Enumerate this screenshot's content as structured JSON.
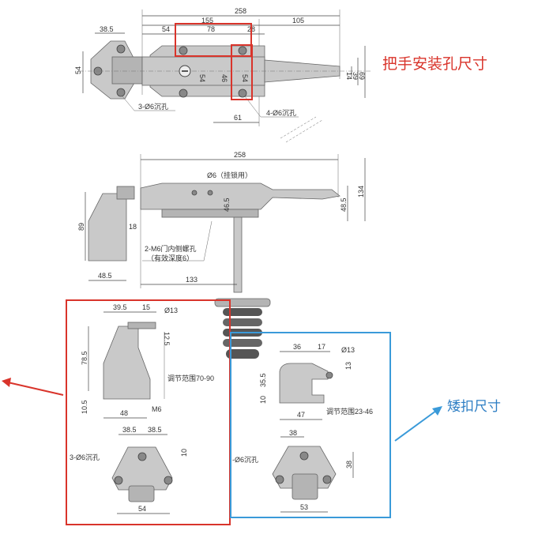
{
  "callouts": {
    "handle_holes": "把手安装孔尺寸",
    "short_catch": "矮扣尺寸"
  },
  "colors": {
    "red_box": "#d9342b",
    "blue_box": "#3a9ad9"
  },
  "top_view": {
    "dims": {
      "overall": "258",
      "d155": "155",
      "d105": "105",
      "d38_5": "38.5",
      "d54": "54",
      "d78": "78",
      "d28": "28",
      "h54_left": "54",
      "h54_a": "54",
      "h46": "46",
      "h54_b": "54",
      "h14": "14",
      "h39": "39",
      "h69": "69",
      "d61": "61"
    },
    "notes": {
      "hinge_holes": "3-Ø6沉孔",
      "handle_holes": "4-Ø6沉孔"
    }
  },
  "side_view": {
    "dims": {
      "overall": "258",
      "h134": "134",
      "h48_5": "48.5",
      "h46_5": "46.5",
      "h89": "89",
      "d18": "18",
      "d48_5": "48.5",
      "d133": "133"
    },
    "notes": {
      "padlock": "Ø6（挂锁用）",
      "thread_line1": "2-M6门内侧螺孔",
      "thread_line2": "（有效深度6）"
    }
  },
  "tall_catch": {
    "dims": {
      "d39_5": "39.5",
      "d15": "15",
      "dia13": "Ø13",
      "h12_5": "12.5",
      "h78_5": "78.5",
      "h10_5": "10.5",
      "d48": "48",
      "m6": "M6",
      "range": "调节范围70-90",
      "d38_5a": "38.5",
      "d38_5b": "38.5",
      "h10": "10",
      "d54": "54"
    },
    "notes": {
      "holes": "3-Ø6沉孔"
    }
  },
  "short_catch": {
    "dims": {
      "d36": "36",
      "d17": "17",
      "dia13": "Ø13",
      "h13": "13",
      "h35_5": "35.5",
      "h10": "10",
      "d47": "47",
      "range": "调节范围23-46",
      "d38": "38",
      "h38": "38",
      "d53": "53"
    },
    "notes": {
      "holes": "-Ø6沉孔"
    }
  }
}
